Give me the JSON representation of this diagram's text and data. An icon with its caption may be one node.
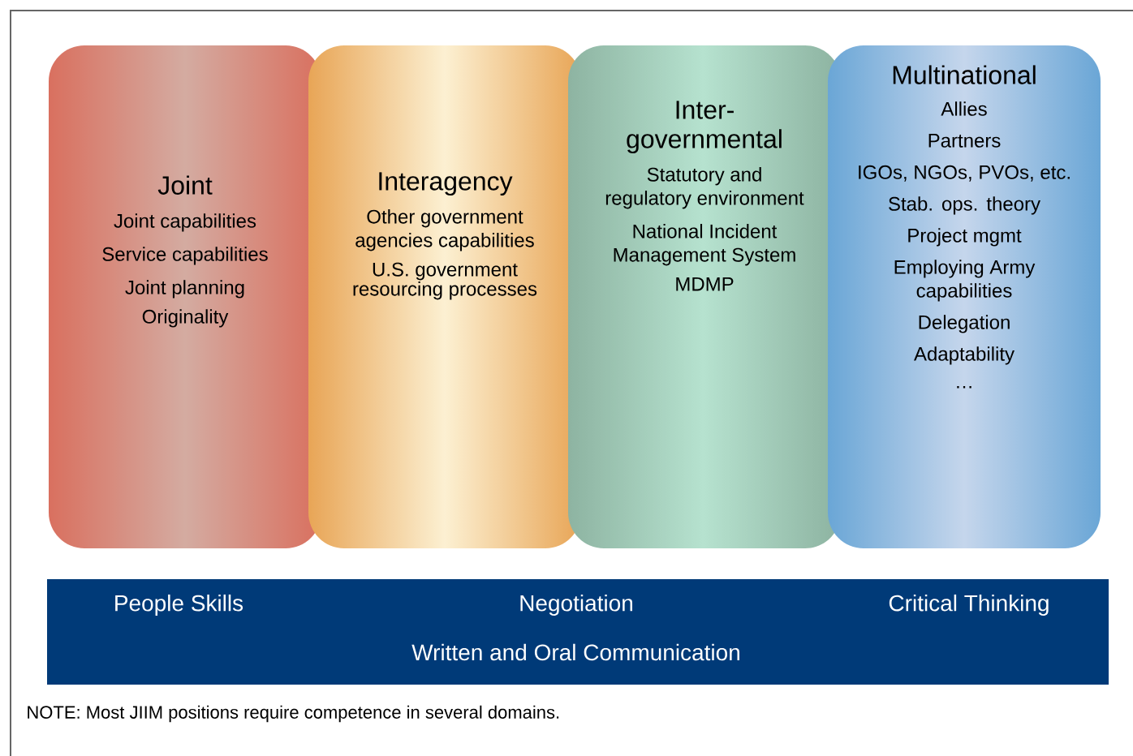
{
  "diagram": {
    "nodes": [
      {
        "text": [
          "Joint",
          "Joint capabilities",
          "Service capabilities",
          "Joint planning",
          "Originality"
        ]
      },
      {
        "text": [
          "Interagency",
          "Other government agencies capabilities",
          "U.S. government resourcing processes"
        ]
      },
      {
        "text": [
          "Inter-governmental",
          "Statutory and regulatory environment",
          "National Incident Management System",
          "MDMP"
        ]
      },
      {
        "text": [
          "Multinational",
          "Allies",
          "Partners",
          "IGOs, NGOs, PVOs, etc.",
          "Stab. ops. theory",
          "Project mgmt",
          "Employing Army capabilities",
          "Delegation",
          "Adaptability",
          "…"
        ]
      },
      {
        "text": [
          "People Skills",
          "Negotiation",
          "Critical Thinking",
          "Written and Oral Communication"
        ]
      }
    ],
    "labels": [
      "NOTE: Most JIIM positions require competence in several domains."
    ]
  }
}
